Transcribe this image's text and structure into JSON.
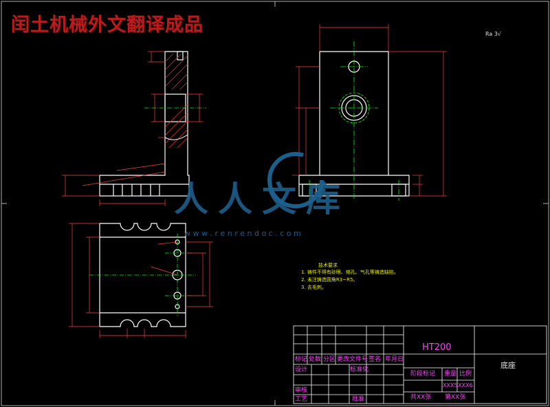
{
  "banner": {
    "text": "闰土机械外文翻译成品",
    "color": "#b81c1c"
  },
  "watermark": {
    "brand": "人人文库",
    "url": "w w w . r e n r e n d o c . c o m"
  },
  "colors": {
    "outline": "#ffffff",
    "dimension": "#ff4040",
    "centerline": "#00ff00",
    "title_text": "#ff40ff",
    "notes": "#e8e800",
    "watermark": "#1d5f8c"
  },
  "roughness_mark": "Ra 3√",
  "notes": {
    "heading": "技术要求",
    "items": [
      "1. 铸件不得有砂眼、缩孔、气孔等铸造缺陷。",
      "2. 未注铸造圆角R3~R5。",
      "3. 去毛刺。"
    ]
  },
  "title_block": {
    "material": "HT200",
    "part_name": "底座",
    "labels": {
      "mark": "标记",
      "count": "处数",
      "zone": "分区",
      "change_doc": "更改文件号",
      "signature": "签名",
      "date": "年月日",
      "design": "设计",
      "standardize": "标准化",
      "review": "审核",
      "process": "工艺",
      "approve": "批准",
      "stage_mark": "阶段标记",
      "weight": "重量",
      "scale": "比例"
    },
    "values": {
      "weight": "XXX5",
      "scale": "XXX6",
      "sheets_total": "共XX张",
      "sheet_no": "第XX张"
    }
  }
}
